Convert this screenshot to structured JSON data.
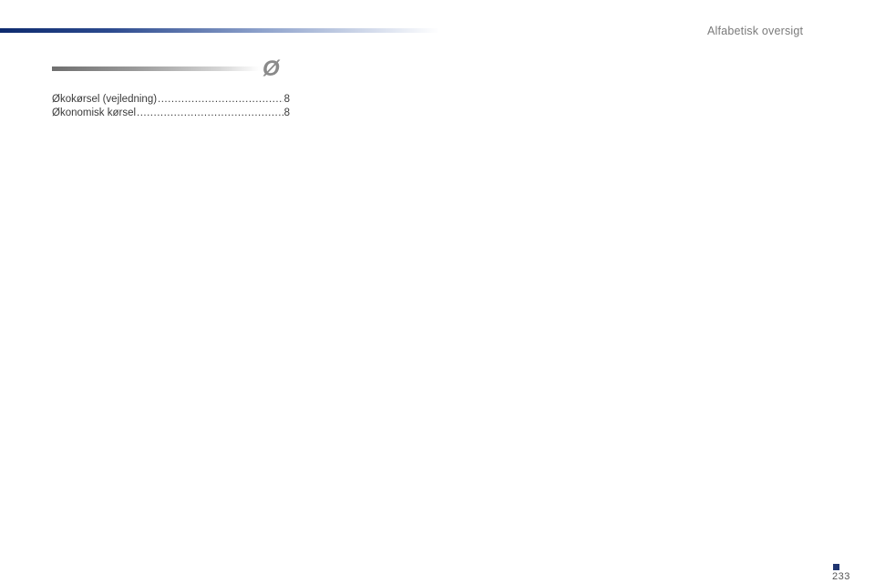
{
  "header": {
    "title": "Alfabetisk oversigt"
  },
  "section": {
    "letter": "Ø",
    "entries": [
      {
        "term": "Økokørsel (vejledning)",
        "page": "8"
      },
      {
        "term": "Økonomisk kørsel",
        "page": "8"
      }
    ]
  },
  "footer": {
    "page_number": "233"
  },
  "colors": {
    "accent": "#0d2a6e",
    "section_bar": "#8a8a8a",
    "text": "#3a3a3a"
  }
}
